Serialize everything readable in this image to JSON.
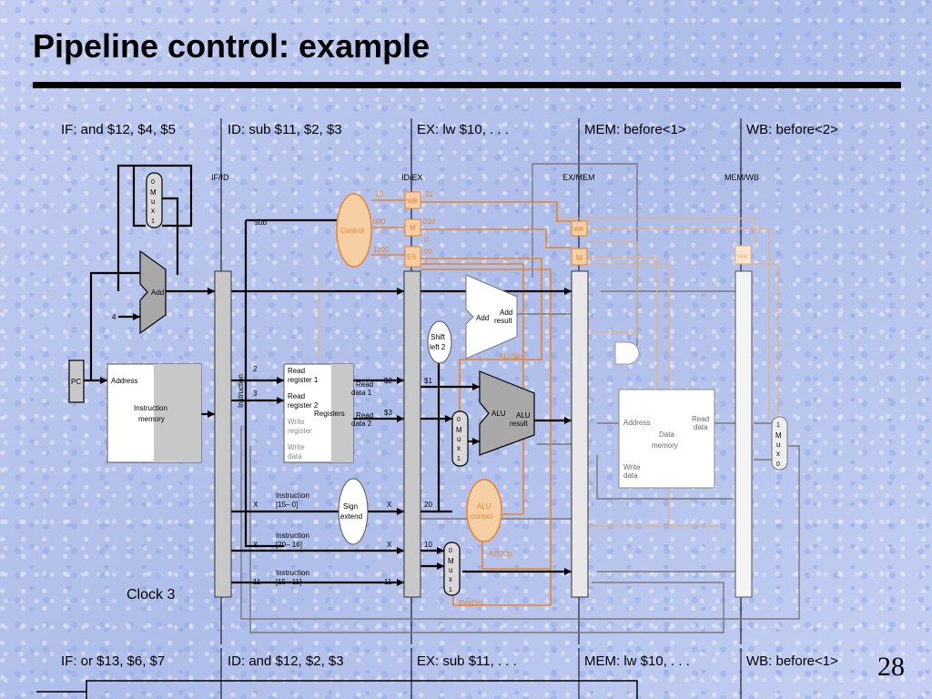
{
  "slide": {
    "title": "Pipeline control: example",
    "page_number": "28",
    "clock": "Clock 3"
  },
  "stages_top": {
    "if": "IF: and $12, $4, $5",
    "id": "ID: sub $11, $2, $3",
    "ex": "EX: lw $10, . . .",
    "mem": "MEM: before<1>",
    "wb": "WB: before<2>"
  },
  "stages_bottom": {
    "if": "IF: or $13, $6, $7",
    "id": "ID: and $12, $2, $3",
    "ex": "EX: sub $11, . . .",
    "mem": "MEM: lw $10, . . .",
    "wb": "WB: before<1>"
  },
  "diagram": {
    "registers": {
      "if_id": "IF/ID",
      "id_ex": "ID/EX",
      "ex_mem": "EX/MEM",
      "mem_wb": "MEM/WB"
    },
    "units": {
      "pc": "PC",
      "add": "Add",
      "four": "4",
      "imem_address": "Address",
      "imem_name_1": "Instruction",
      "imem_name_2": "memory",
      "instruction": "Instruction",
      "control": "Control",
      "sub": "sub",
      "read_reg1_a": "Read",
      "read_reg1_b": "register 1",
      "read_reg2_a": "Read",
      "read_reg2_b": "register 2",
      "write_reg_a": "Write",
      "write_reg_b": "register",
      "write_data_a": "Write",
      "write_data_b": "data",
      "registers": "Registers",
      "read_data1_a": "Read",
      "read_data1_b": "data 1",
      "read_data2_a": "Read",
      "read_data2_b": "data 2",
      "shift_a": "Shift",
      "shift_b": "left 2",
      "add2": "Add",
      "add_result_a": "Add",
      "add_result_b": "result",
      "alu": "ALU",
      "alu_result_a": "ALU",
      "alu_result_b": "result",
      "alusrc": "ALUSrc",
      "alu_control_a": "ALU",
      "alu_control_b": "control",
      "aluop": "ALUOp",
      "regdst": "RegDst",
      "sign_a": "Sign",
      "sign_b": "extend",
      "dmem_address": "Address",
      "dmem_read_a": "Read",
      "dmem_read_b": "data",
      "dmem_name_a": "Data",
      "dmem_name_b": "memory",
      "dmem_write_a": "Write",
      "dmem_write_b": "data",
      "wb": "WB",
      "m": "M",
      "ex": "EX",
      "instr_15_0_a": "Instruction",
      "instr_15_0_b": "[15– 0]",
      "instr_20_16_a": "Instruction",
      "instr_20_16_b": "[20– 16]",
      "instr_15_11_a": "Instruction",
      "instr_15_11_b": "[15– 11]"
    },
    "mux": {
      "m1_top": "0",
      "m1_a": "M",
      "m1_b": "u",
      "m1_c": "x",
      "m1_bot": "1",
      "m2_top": "0",
      "m2_a": "M",
      "m2_b": "u",
      "m2_c": "x",
      "m2_bot": "1",
      "m3_top": "0",
      "m3_a": "M",
      "m3_b": "u",
      "m3_c": "x",
      "m3_bot": "1",
      "m4_top": "1",
      "m4_a": "M",
      "m4_b": "u",
      "m4_c": "x",
      "m4_bot": "0"
    },
    "values": {
      "rs": "2",
      "rt": "3",
      "rd": "11",
      "rd_out": "11",
      "reg2": "$2",
      "reg3": "$3",
      "ex_reg1": "$1",
      "imm_x": "X",
      "imm_x2": "X",
      "rt_x": "X",
      "rt_x2": "X",
      "imm_20": "20",
      "ex_10": "10",
      "ctrl_wb": "10",
      "ctrl_m": "000",
      "ctrl_ex": "1100",
      "idex_wb": "11",
      "idex_m": "010",
      "idex_m2": "0",
      "idex_ex": "00",
      "idex_ex2": "1"
    }
  },
  "colors": {
    "accent": "#e8842c",
    "control_fill": "#f7cfa4",
    "pipeline_register": "#c8c8c8",
    "wire": "#000000",
    "faded_wire": "#7a7a7a"
  }
}
